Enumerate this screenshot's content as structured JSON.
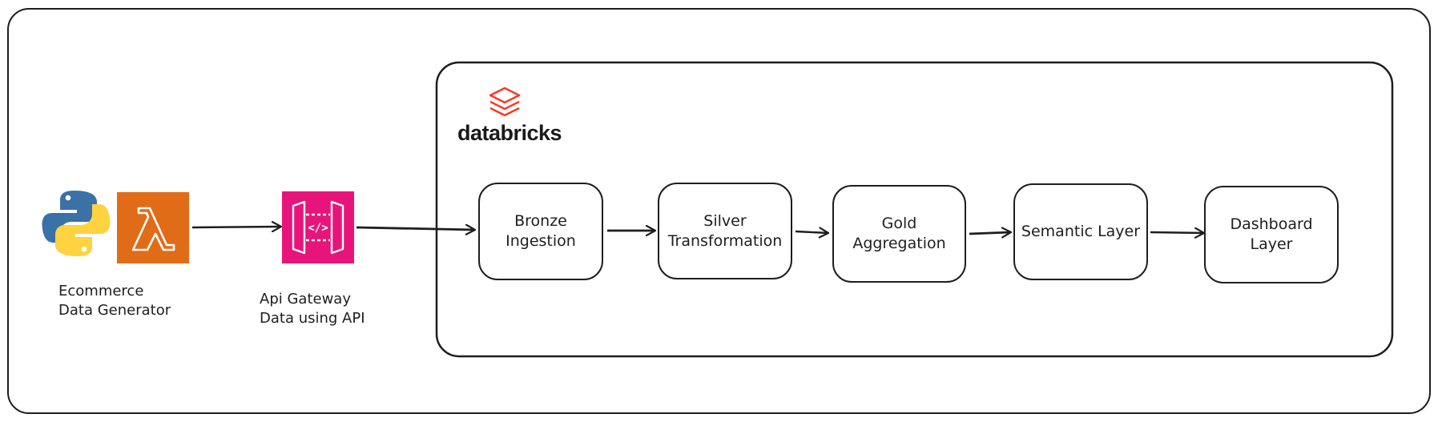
{
  "brand": {
    "name": "databricks",
    "color": "#ff3621"
  },
  "sources": {
    "python_icon": "python-icon",
    "lambda_icon": "aws-lambda-icon",
    "lambda_color": "#e06c18",
    "label": "Ecommerce\nData Generator"
  },
  "gateway": {
    "icon": "api-gateway-icon",
    "color": "#e7157b",
    "label": "Api Gateway\nData using API"
  },
  "pipeline": [
    {
      "id": "bronze",
      "label": "Bronze\nIngestion"
    },
    {
      "id": "silver",
      "label": "Silver\nTransformation"
    },
    {
      "id": "gold",
      "label": "Gold\nAggregation"
    },
    {
      "id": "semantic",
      "label": "Semantic Layer"
    },
    {
      "id": "dashboard",
      "label": "Dashboard\nLayer"
    }
  ]
}
